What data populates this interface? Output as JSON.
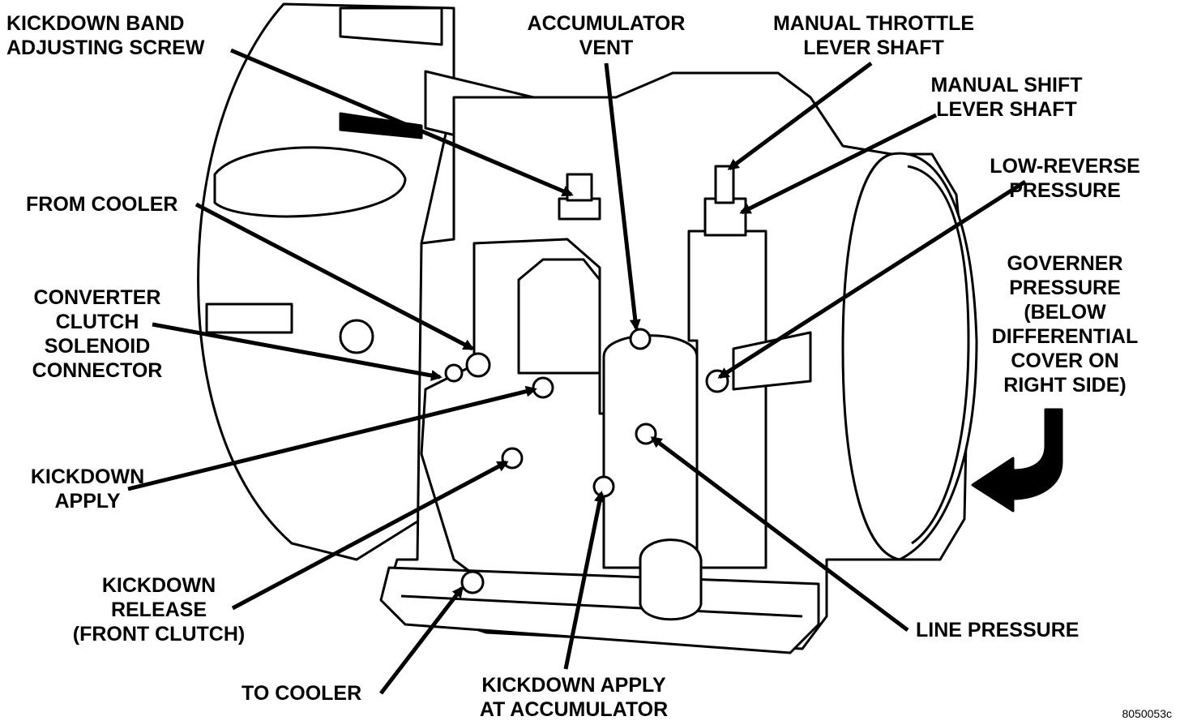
{
  "figure_code": "8050053c",
  "labels": {
    "kickdown_band_adjusting_screw": [
      "KICKDOWN BAND",
      "ADJUSTING SCREW"
    ],
    "accumulator_vent": [
      "ACCUMULATOR",
      "VENT"
    ],
    "manual_throttle_lever_shaft": [
      "MANUAL THROTTLE",
      "LEVER SHAFT"
    ],
    "manual_shift_lever_shaft": [
      "MANUAL SHIFT",
      "LEVER SHAFT"
    ],
    "low_reverse_pressure": [
      "LOW-REVERSE",
      "PRESSURE"
    ],
    "from_cooler": [
      "FROM COOLER"
    ],
    "converter_clutch_solenoid_connector": [
      "CONVERTER",
      "CLUTCH",
      "SOLENOID",
      "CONNECTOR"
    ],
    "governer_pressure": [
      "GOVERNER",
      "PRESSURE",
      "(BELOW",
      "DIFFERENTIAL",
      "COVER ON",
      "RIGHT SIDE)"
    ],
    "kickdown_apply": [
      "KICKDOWN",
      "APPLY"
    ],
    "kickdown_release": [
      "KICKDOWN",
      "RELEASE",
      "(FRONT CLUTCH)"
    ],
    "line_pressure": [
      "LINE PRESSURE"
    ],
    "to_cooler": [
      "TO COOLER"
    ],
    "kickdown_apply_at_accumulator": [
      "KICKDOWN APPLY",
      "AT ACCUMULATOR"
    ]
  }
}
